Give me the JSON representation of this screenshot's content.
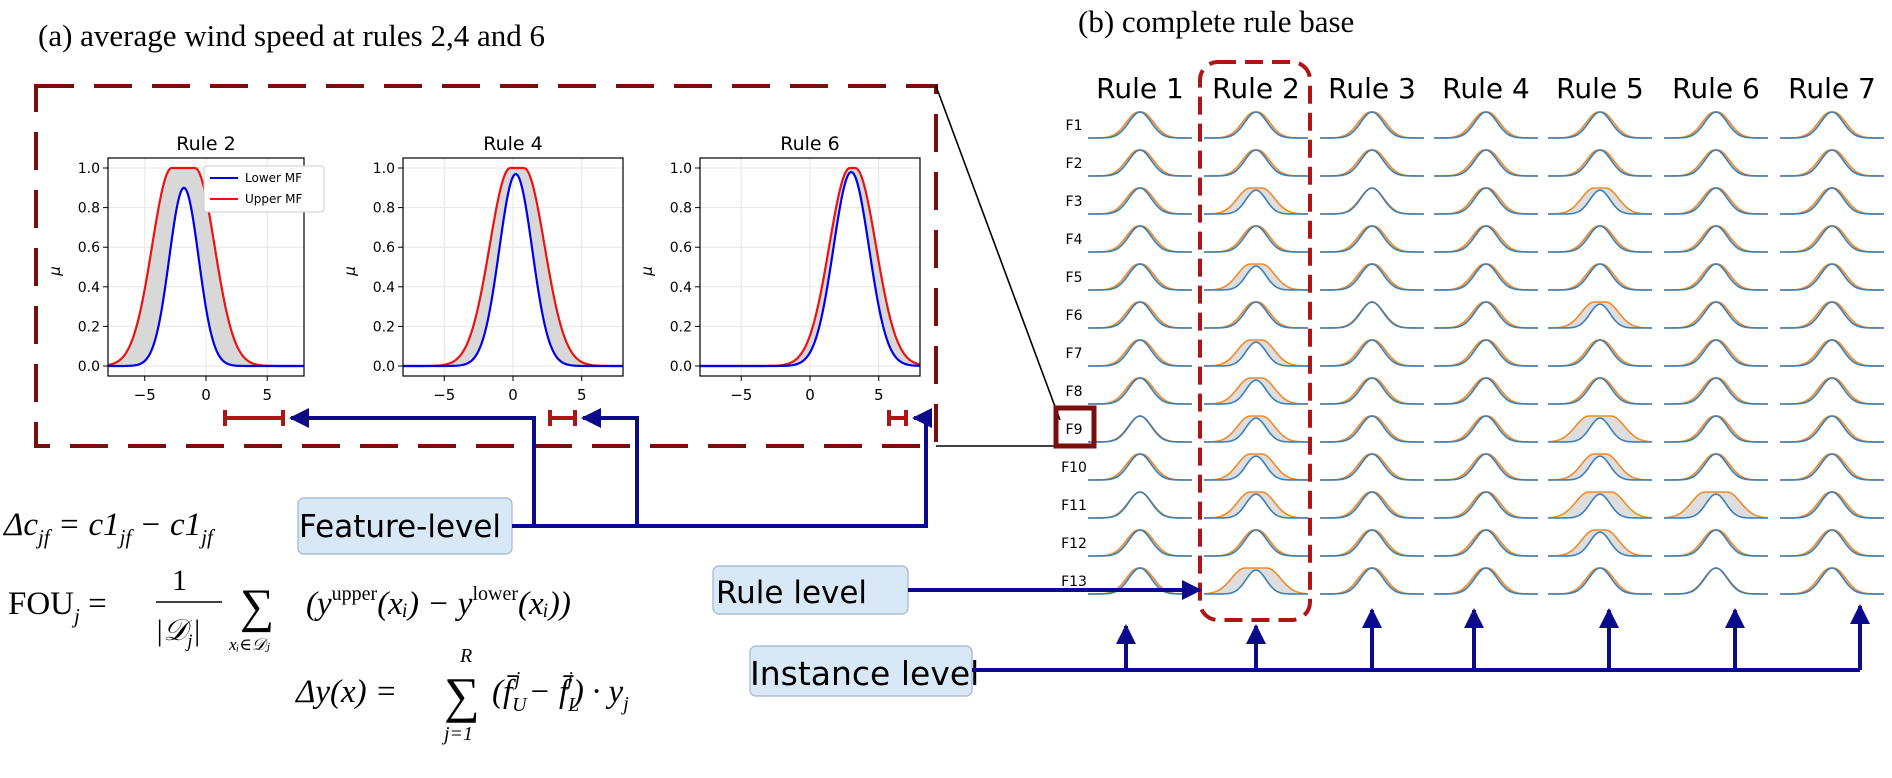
{
  "panel_a": {
    "title": "(a) average wind speed at rules 2,4 and 6",
    "y_label": "μ",
    "legend": {
      "lower": "Lower MF",
      "upper": "Upper MF"
    },
    "y_ticks": [
      "0.0",
      "0.2",
      "0.4",
      "0.6",
      "0.8",
      "1.0"
    ],
    "x_ticks": [
      "−5",
      "0",
      "5"
    ],
    "colors": {
      "lower": "#0000ee",
      "upper": "#ee1111",
      "fou": "#d8d8d8"
    }
  },
  "panel_b": {
    "title": "(b) complete rule base",
    "highlighted_rule": "Rule 2",
    "highlighted_feature": "F9",
    "colors": {
      "lower": "#3a7fb8",
      "upper": "#f08a2a",
      "fou": "#dedede",
      "highlight": "#7a0d0d"
    }
  },
  "chart_data": [
    {
      "type": "line",
      "title": "Rule 2",
      "ylabel": "μ",
      "xlim": [
        -8,
        8
      ],
      "ylim": [
        0,
        1.0
      ],
      "series": [
        {
          "name": "Lower MF",
          "shape": "gaussian",
          "center": -1.8,
          "sigma": 1.2,
          "height": 0.9
        },
        {
          "name": "Upper MF",
          "shape": "flat-top gaussian",
          "plateau": [
            -2.8,
            -0.9
          ],
          "sigma": 1.6,
          "height": 1.0
        }
      ]
    },
    {
      "type": "line",
      "title": "Rule 4",
      "ylabel": "μ",
      "xlim": [
        -8,
        8
      ],
      "ylim": [
        0,
        1.0
      ],
      "series": [
        {
          "name": "Lower MF",
          "shape": "gaussian",
          "center": 0.2,
          "sigma": 1.2,
          "height": 0.97
        },
        {
          "name": "Upper MF",
          "shape": "flat-top gaussian",
          "plateau": [
            -0.2,
            0.8
          ],
          "sigma": 1.5,
          "height": 1.0
        }
      ]
    },
    {
      "type": "line",
      "title": "Rule 6",
      "ylabel": "μ",
      "xlim": [
        -8,
        8
      ],
      "ylim": [
        0,
        1.0
      ],
      "series": [
        {
          "name": "Lower MF",
          "shape": "gaussian",
          "center": 3.0,
          "sigma": 1.3,
          "height": 0.98
        },
        {
          "name": "Upper MF",
          "shape": "flat-top gaussian",
          "plateau": [
            2.9,
            3.3
          ],
          "sigma": 1.5,
          "height": 1.0
        }
      ]
    }
  ],
  "rules": [
    "Rule 1",
    "Rule 2",
    "Rule 3",
    "Rule 4",
    "Rule 5",
    "Rule 6",
    "Rule 7"
  ],
  "features": [
    "F1",
    "F2",
    "F3",
    "F4",
    "F5",
    "F6",
    "F7",
    "F8",
    "F9",
    "F10",
    "F11",
    "F12",
    "F13"
  ],
  "grid_fou": [
    [
      1,
      1,
      1,
      1,
      1,
      1,
      1,
      1,
      0,
      1,
      0,
      1,
      1
    ],
    [
      1,
      1,
      2,
      1,
      2,
      1,
      2,
      2,
      2,
      2,
      2,
      1,
      3
    ],
    [
      1,
      1,
      0,
      1,
      1,
      0,
      1,
      1,
      1,
      1,
      1,
      1,
      1
    ],
    [
      1,
      1,
      1,
      1,
      1,
      1,
      1,
      1,
      1,
      1,
      1,
      1,
      1
    ],
    [
      1,
      1,
      2,
      1,
      1,
      2,
      1,
      1,
      3,
      2,
      3,
      2,
      1
    ],
    [
      1,
      1,
      1,
      1,
      1,
      1,
      1,
      1,
      1,
      1,
      3,
      1,
      0
    ],
    [
      1,
      1,
      1,
      1,
      1,
      1,
      1,
      1,
      1,
      1,
      1,
      1,
      1
    ]
  ],
  "formulas": {
    "delta_c": "Δc",
    "delta_c_sub": "jf",
    "delta_c_rhs": " = c1",
    "delta_c_minus": " − c1",
    "fou_lhs": "FOU",
    "fou_sub": "j",
    "fou_num": "1",
    "fou_den": "|𝒟",
    "fou_den_sub": "j",
    "fou_den_end": "|",
    "sum": "∑",
    "fou_sum_sub": "xᵢ∈𝒟ⱼ",
    "fou_body": "(y",
    "fou_sup_upper": "upper",
    "fou_mid": "(xᵢ) − y",
    "fou_sup_lower": "lower",
    "fou_end": "(xᵢ))",
    "dy_lhs": "Δy(x) =",
    "dy_sup": "R",
    "dy_sub": "j=1",
    "dy_body_open": "(f̄",
    "dy_fu_sub": "U",
    "dy_fu_sup": "j",
    "dy_minus": " − f̄",
    "dy_fl_sub": "L",
    "dy_fl_sup": "j",
    "dy_close": ") · y",
    "dy_yj_sub": "j"
  },
  "levels": {
    "feature": "Feature-level",
    "rule": "Rule level",
    "instance": "Instance level"
  }
}
